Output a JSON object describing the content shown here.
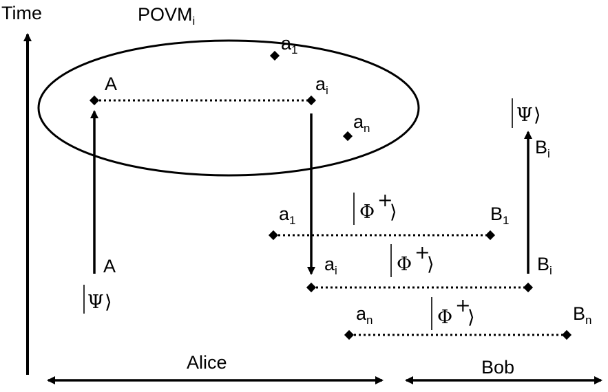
{
  "axis": {
    "time_label": "Time"
  },
  "measurement": {
    "title": "POVM",
    "title_sub": "i"
  },
  "alice_points": [
    {
      "id": "A",
      "label": "A",
      "sub": ""
    },
    {
      "id": "a1",
      "label": "a",
      "sub": "1"
    },
    {
      "id": "ai",
      "label": "a",
      "sub": "i"
    },
    {
      "id": "an",
      "label": "a",
      "sub": "n"
    }
  ],
  "input_state": {
    "label": "A",
    "ket": "Ψ"
  },
  "pairs": [
    {
      "alice_label": "a",
      "alice_sub": "1",
      "bob_label": "B",
      "bob_sub": "1",
      "ket": "Φ",
      "ket_sup": "+"
    },
    {
      "alice_label": "a",
      "alice_sub": "i",
      "bob_label": "B",
      "bob_sub": "i",
      "ket": "Φ",
      "ket_sup": "+"
    },
    {
      "alice_label": "a",
      "alice_sub": "n",
      "bob_label": "B",
      "bob_sub": "n",
      "ket": "Φ",
      "ket_sup": "+"
    }
  ],
  "bob_output": {
    "label": "B",
    "sub": "i",
    "ket": "Ψ"
  },
  "parties": {
    "alice": "Alice",
    "bob": "Bob"
  }
}
